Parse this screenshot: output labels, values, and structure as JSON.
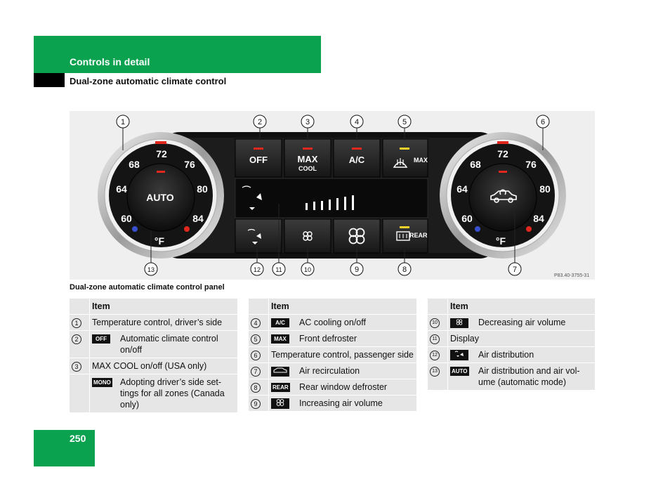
{
  "header": {
    "section": "Controls in detail",
    "subsection": "Dual-zone automatic climate control"
  },
  "figure": {
    "caption": "Dual-zone automatic climate control panel",
    "image_ref": "P83.40-3755-31",
    "callouts": [
      "1",
      "2",
      "3",
      "4",
      "5",
      "6",
      "7",
      "8",
      "9",
      "10",
      "11",
      "12",
      "13"
    ],
    "left_dial": {
      "scale": [
        "60",
        "64",
        "68",
        "72",
        "76",
        "80",
        "84"
      ],
      "center_label": "AUTO",
      "unit": "°F"
    },
    "right_dial": {
      "scale": [
        "60",
        "64",
        "68",
        "72",
        "76",
        "80",
        "84"
      ],
      "unit": "°F"
    },
    "buttons": {
      "off": "OFF",
      "max": "MAX",
      "cool": "COOL",
      "ac": "A/C",
      "defrost_max": "MAX",
      "rear": "REAR"
    },
    "colors": {
      "indicator_red": "#e0281e",
      "indicator_yellow": "#f2d22a",
      "dial_blue": "#3a4fd0"
    }
  },
  "tables": [
    {
      "header": "Item",
      "rows": [
        {
          "num": "1",
          "icon": "",
          "text": "Temperature control, driver’s side"
        },
        {
          "num": "2",
          "icon": "OFF",
          "text": "Automatic climate control on/off"
        },
        {
          "num": "3",
          "icon": "",
          "text": "MAX COOL on/off (USA only)"
        },
        {
          "num": "",
          "icon": "MONO",
          "text": "Adopting driver’s side set­tings for all zones (Canada only)"
        }
      ]
    },
    {
      "header": "Item",
      "rows": [
        {
          "num": "4",
          "icon": "A/C",
          "text": "AC cooling on/off"
        },
        {
          "num": "5",
          "icon": "MAX",
          "text": "Front defroster"
        },
        {
          "num": "6",
          "icon": "",
          "text": "Temperature control, passenger side"
        },
        {
          "num": "7",
          "icon": "car",
          "text": "Air recirculation"
        },
        {
          "num": "8",
          "icon": "REAR",
          "text": "Rear window defroster"
        },
        {
          "num": "9",
          "icon": "fan",
          "text": "Increasing air volume"
        }
      ]
    },
    {
      "header": "Item",
      "rows": [
        {
          "num": "10",
          "icon": "fan",
          "text": "Decreasing air volume"
        },
        {
          "num": "11",
          "icon": "",
          "text": "Display"
        },
        {
          "num": "12",
          "icon": "seat",
          "text": "Air distribution"
        },
        {
          "num": "13",
          "icon": "AUTO",
          "text": "Air distribution and air vol­ume (automatic mode)"
        }
      ]
    }
  ],
  "page_number": "250"
}
